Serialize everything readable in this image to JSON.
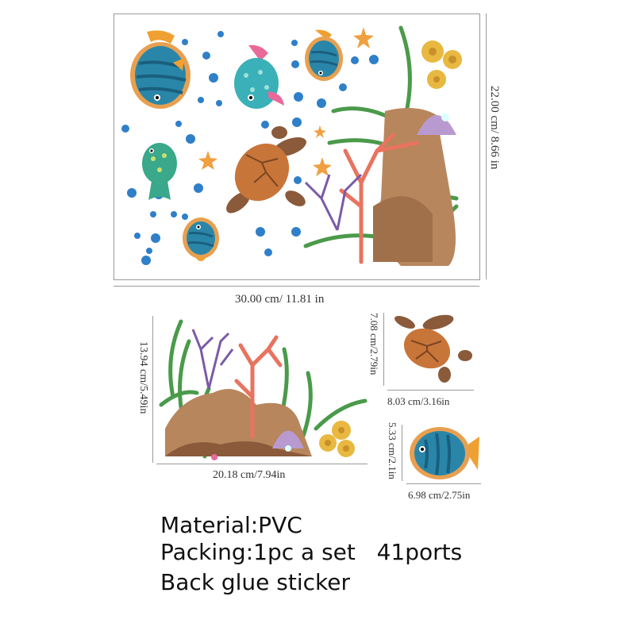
{
  "sheet": {
    "width_label": "30.00 cm/ 11.81 in",
    "height_label": "22.00 cm/ 8.66 in"
  },
  "reef": {
    "width_label": "20.18 cm/7.94in",
    "height_label": "13.94 cm/5.49in"
  },
  "turtle": {
    "width_label": "8.03 cm/3.16in",
    "height_label": "7.08 cm/2.79in"
  },
  "fish": {
    "width_label": "6.98 cm/2.75in",
    "height_label": "5.33 cm/2.1in"
  },
  "info": {
    "material": "Material:PVC",
    "packing": "Packing:1pc a set   41ports",
    "glue": "Back glue sticker"
  },
  "colors": {
    "bubble": "#2f7fc9",
    "fish_blue": "#2a86a8",
    "fish_orange": "#f0a030",
    "coral": "#e8735f",
    "seaweed": "#4a9a4a",
    "rock": "#b8865c",
    "turtle_shell": "#c8753a",
    "purple": "#7a5aa8"
  }
}
